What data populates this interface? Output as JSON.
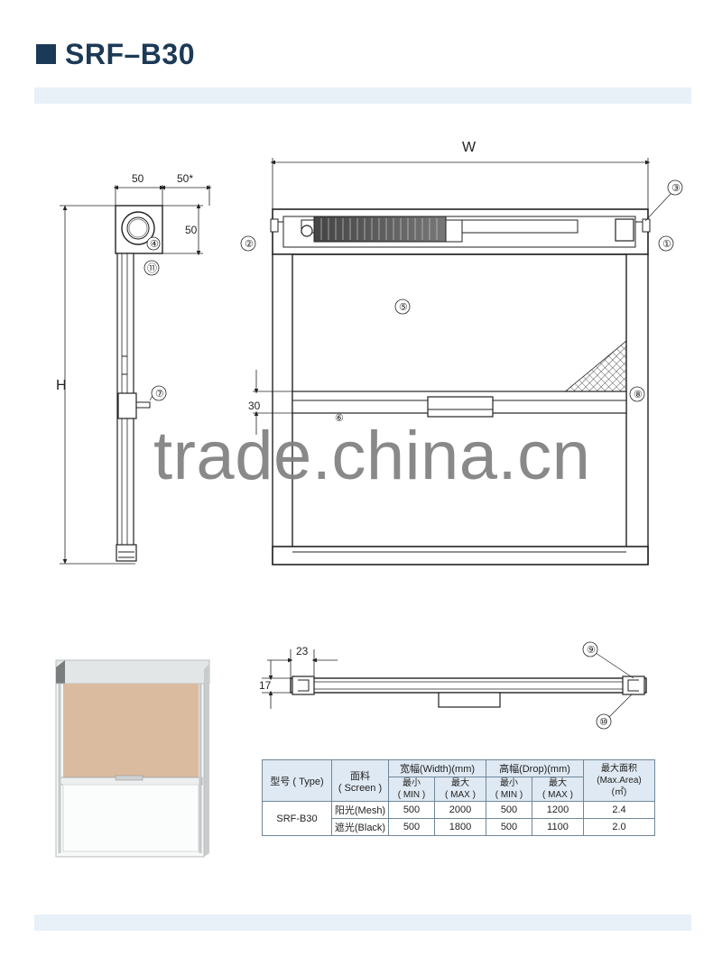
{
  "header": {
    "title": "SRF–B30"
  },
  "drawing": {
    "side_view": {
      "dim_width": "50",
      "dim_extra": "50*",
      "dim_height": "50",
      "height_label": "H"
    },
    "front_view": {
      "width_label": "W",
      "dim_30": "30"
    },
    "bottom_view": {
      "dim_23": "23",
      "dim_17": "17"
    },
    "callouts": [
      "①",
      "②",
      "③",
      "④",
      "⑤",
      "⑥",
      "⑦",
      "⑧",
      "⑨",
      "⑩",
      "⑪"
    ]
  },
  "watermark": "trade.china.cn",
  "spec_table": {
    "col_type": "型号 ( Type)",
    "col_screen_cn": "面料",
    "col_screen_en": "( Screen )",
    "col_width": "宽幅(Width)(mm)",
    "col_drop": "高幅(Drop)(mm)",
    "col_area_cn": "最大面积",
    "col_area_en": "(Max.Area)",
    "col_area_unit": "(㎡)",
    "min_cn": "最小",
    "min_en": "( MIN )",
    "max_cn": "最大",
    "max_en": "( MAX )",
    "rows": [
      {
        "type": "SRF-B30",
        "screen": "阳光(Mesh)",
        "w_min": "500",
        "w_max": "2000",
        "d_min": "500",
        "d_max": "1200",
        "area": "2.4"
      },
      {
        "type": "",
        "screen": "遮光(Black)",
        "w_min": "500",
        "w_max": "1800",
        "d_min": "500",
        "d_max": "1100",
        "area": "2.0"
      }
    ]
  },
  "colors": {
    "title": "#1c3a57",
    "band": "#e8f0f8",
    "fabric": "#dbbb9f",
    "frame": "#e9ecec"
  }
}
